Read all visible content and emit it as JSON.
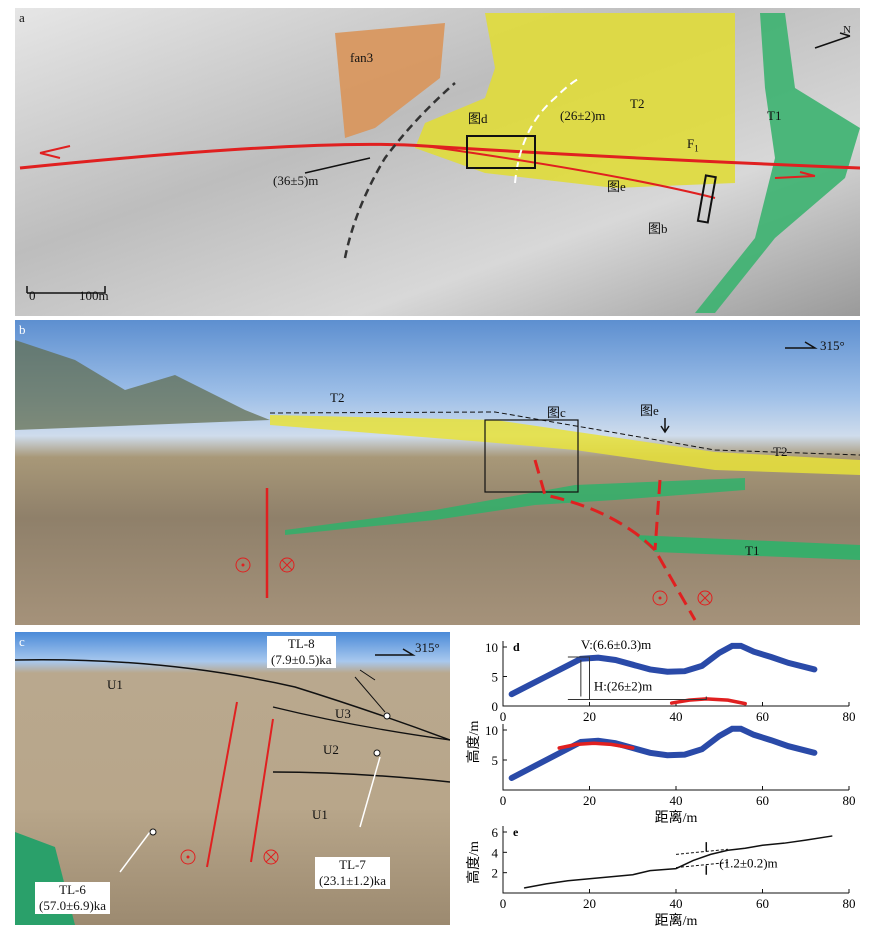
{
  "panel_a": {
    "letter": "a",
    "fan3": "fan3",
    "T2": "T2",
    "T1": "T1",
    "fig_d": "图d",
    "fig_e": "图e",
    "fig_b": "图b",
    "offset_26": "(26±2)m",
    "offset_36": "(36±5)m",
    "fault": "F",
    "fault_sub": "1",
    "scale_0": "0",
    "scale_100": "100m",
    "north": "N"
  },
  "panel_b": {
    "letter": "b",
    "azimuth": "315°",
    "T2_left": "T2",
    "T2_right": "T2",
    "T1": "T1",
    "fig_c": "图c",
    "fig_e": "图e"
  },
  "panel_c": {
    "letter": "c",
    "azimuth": "315°",
    "U1a": "U1",
    "U1b": "U1",
    "U2": "U2",
    "U3": "U3",
    "tl8_name": "TL-8",
    "tl8_age": "(7.9±0.5)ka",
    "tl7_name": "TL-7",
    "tl7_age": "(23.1±1.2)ka",
    "tl6_name": "TL-6",
    "tl6_age": "(57.0±6.9)ka"
  },
  "chart_data": [
    {
      "type": "line",
      "panel": "d",
      "subplot": "top",
      "xlabel": "",
      "ylabel": "高度/m",
      "xlim": [
        0,
        80
      ],
      "ylim": [
        0,
        10
      ],
      "xticks": [
        "0",
        "20",
        "40",
        "60",
        "80"
      ],
      "yticks": [
        "0",
        "5",
        "10"
      ],
      "series": [
        {
          "name": "profile",
          "color": "#2a4aa8",
          "x": [
            2,
            6,
            10,
            14,
            18,
            22,
            26,
            30,
            34,
            38,
            42,
            46,
            50,
            53,
            55,
            58,
            62,
            66,
            72
          ],
          "y": [
            2,
            3.5,
            5,
            6.5,
            8,
            8.2,
            7.8,
            7,
            6.2,
            5.8,
            5.9,
            6.8,
            9,
            10.2,
            10.2,
            9.2,
            8.3,
            7.3,
            6.2
          ]
        },
        {
          "name": "restored",
          "color": "#e02020",
          "x": [
            39,
            43,
            47,
            52,
            56
          ],
          "y": [
            0.5,
            1,
            1.2,
            1,
            0.4
          ]
        }
      ],
      "annotations": {
        "V": "V:(6.6±0.3)m",
        "H": "H:(26±2)m",
        "letter": "d"
      }
    },
    {
      "type": "line",
      "panel": "d",
      "subplot": "bottom",
      "xlabel": "距离/m",
      "ylabel": "",
      "xlim": [
        0,
        80
      ],
      "ylim": [
        0,
        10
      ],
      "xticks": [
        "0",
        "20",
        "40",
        "60",
        "80"
      ],
      "yticks": [
        "5",
        "10"
      ],
      "series": [
        {
          "name": "profile",
          "color": "#2a4aa8",
          "x": [
            2,
            6,
            10,
            14,
            18,
            22,
            26,
            30,
            34,
            38,
            42,
            46,
            50,
            53,
            55,
            58,
            62,
            66,
            72
          ],
          "y": [
            2,
            3.5,
            5,
            6.5,
            8,
            8.2,
            7.8,
            7,
            6.2,
            5.8,
            5.9,
            6.8,
            9,
            10.2,
            10.2,
            9.2,
            8.3,
            7.3,
            6.2
          ]
        },
        {
          "name": "restored",
          "color": "#e02020",
          "x": [
            13,
            17,
            21,
            25,
            30
          ],
          "y": [
            7,
            7.6,
            7.8,
            7.6,
            7
          ]
        }
      ]
    },
    {
      "type": "line",
      "panel": "e",
      "xlabel": "距离/m",
      "ylabel": "高度/m",
      "xlim": [
        0,
        80
      ],
      "ylim": [
        0,
        6
      ],
      "xticks": [
        "0",
        "20",
        "40",
        "60",
        "80"
      ],
      "yticks": [
        "2",
        "4",
        "6"
      ],
      "series": [
        {
          "name": "profile",
          "color": "#111",
          "x": [
            5,
            10,
            15,
            20,
            25,
            30,
            34,
            40,
            44,
            48,
            52,
            56,
            60,
            65,
            70,
            76
          ],
          "y": [
            0.5,
            0.9,
            1.2,
            1.4,
            1.6,
            1.8,
            2.2,
            2.4,
            3.2,
            3.8,
            4.2,
            4.4,
            4.7,
            4.9,
            5.2,
            5.6
          ]
        }
      ],
      "annotations": {
        "offset": "(1.2±0.2)m",
        "letter": "e"
      }
    }
  ]
}
